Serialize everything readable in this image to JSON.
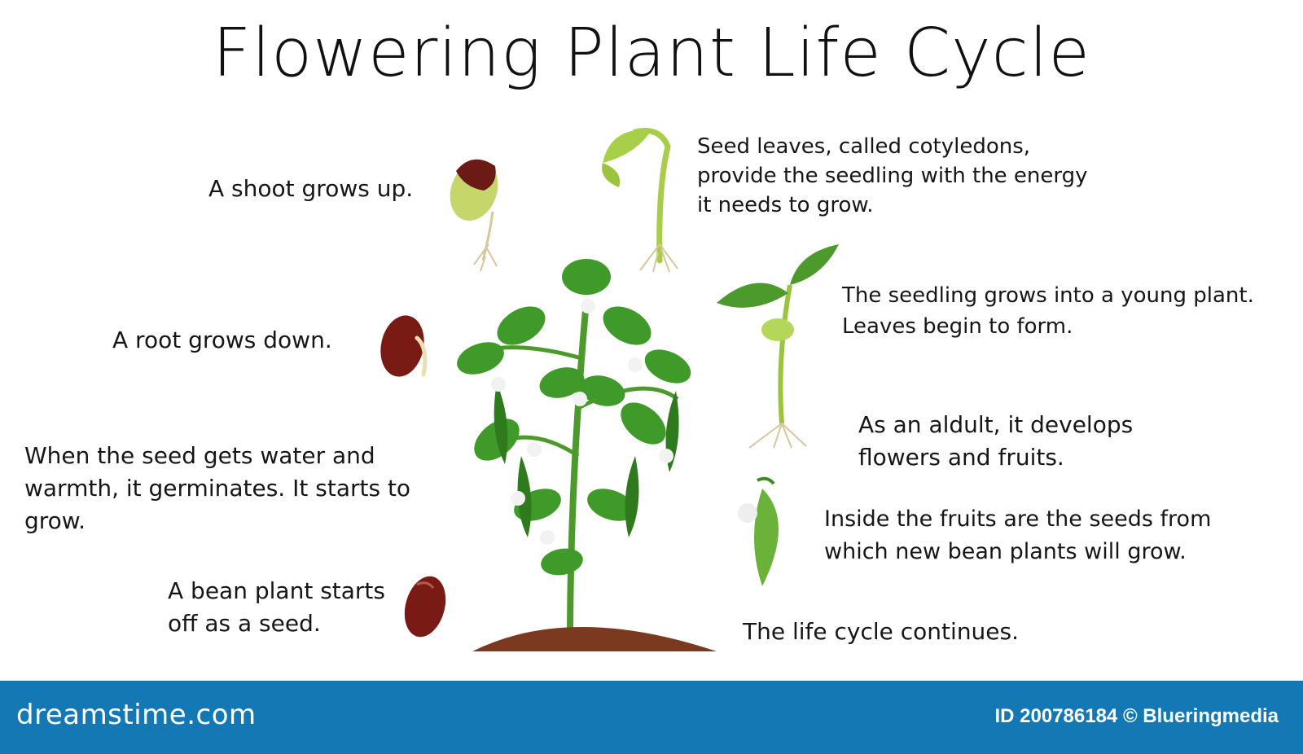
{
  "title": "Flowering Plant Life Cycle",
  "stages": {
    "shoot": "A  shoot grows up.",
    "root": "A  root  grows  down.",
    "germinate": "When the seed gets water and warmth,  it  germinates. It  starts to grow.",
    "seed": "A bean  plant starts off as a seed.",
    "cotyledons": "Seed leaves, called cotyledons, provide the seedling with the energy it needs to grow.",
    "young_plant": "The seedling grows into a young plant.\nLeaves begin to form.",
    "adult": "As an aldult, it develops flowers and fruits.",
    "inside_fruits": "Inside the fruits are the seeds from which new bean plants will grow.",
    "continues": "The life cycle continues."
  },
  "footer": {
    "site": "dreamstime.com",
    "credit": "ID 200786184 © Blueringmedia"
  },
  "colors": {
    "leaf": "#3f9a2a",
    "leaf_dark": "#2e7a1c",
    "seed": "#7a1a14",
    "soil": "#7b3a1f",
    "footer_bg": "#1478b4"
  }
}
